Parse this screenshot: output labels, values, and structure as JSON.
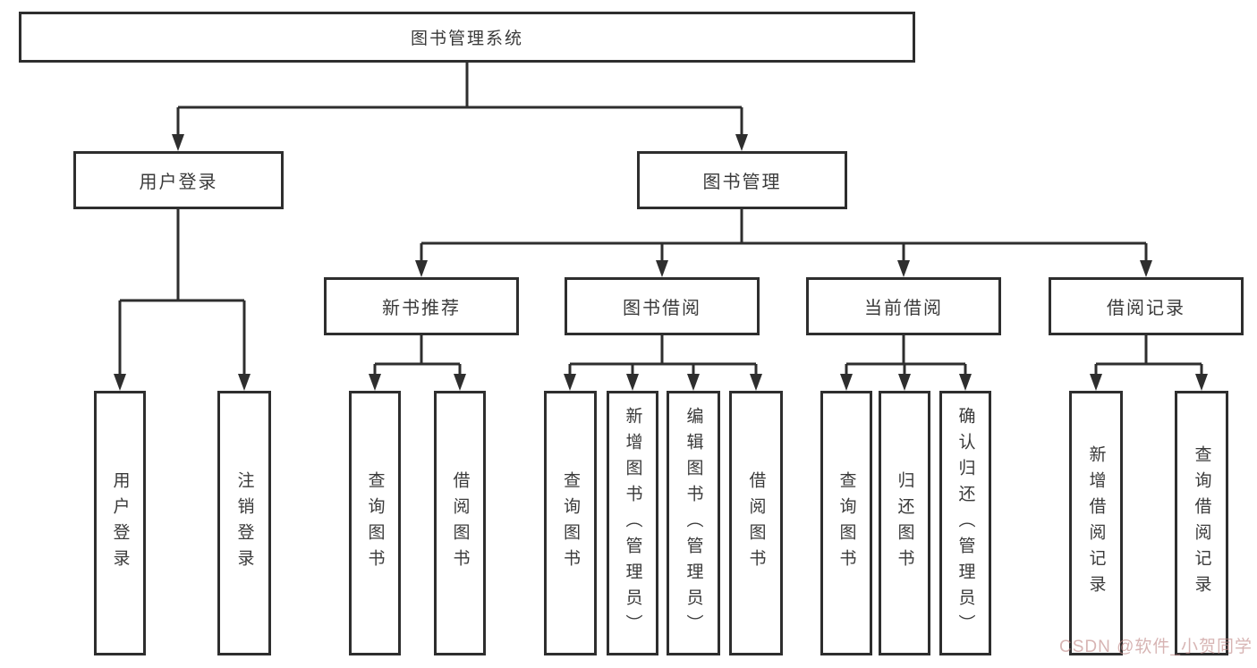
{
  "diagram_title": "图书管理系统",
  "tree": {
    "root": {
      "label": "图书管理系统",
      "children": [
        {
          "label": "用户登录",
          "children": [
            {
              "label": "用户登录"
            },
            {
              "label": "注销登录"
            }
          ]
        },
        {
          "label": "图书管理",
          "children": [
            {
              "label": "新书推荐",
              "children": [
                {
                  "label": "查询图书"
                },
                {
                  "label": "借阅图书"
                }
              ]
            },
            {
              "label": "图书借阅",
              "children": [
                {
                  "label": "查询图书"
                },
                {
                  "label": "新增图书（管理员）"
                },
                {
                  "label": "编辑图书（管理员）"
                },
                {
                  "label": "借阅图书"
                }
              ]
            },
            {
              "label": "当前借阅",
              "children": [
                {
                  "label": "查询图书"
                },
                {
                  "label": "归还图书"
                },
                {
                  "label": "确认归还（管理员）"
                }
              ]
            },
            {
              "label": "借阅记录",
              "children": [
                {
                  "label": "新增借阅记录"
                },
                {
                  "label": "查询借阅记录"
                }
              ]
            }
          ]
        }
      ]
    }
  },
  "watermark": {
    "text": "CSDN @软件_小贺同学"
  },
  "colors": {
    "background": "#ffffff",
    "box_border": "#2e2e2e",
    "connector_line": "#2e2e2e",
    "text": "#3a3a3a",
    "watermark": "#be8684"
  }
}
